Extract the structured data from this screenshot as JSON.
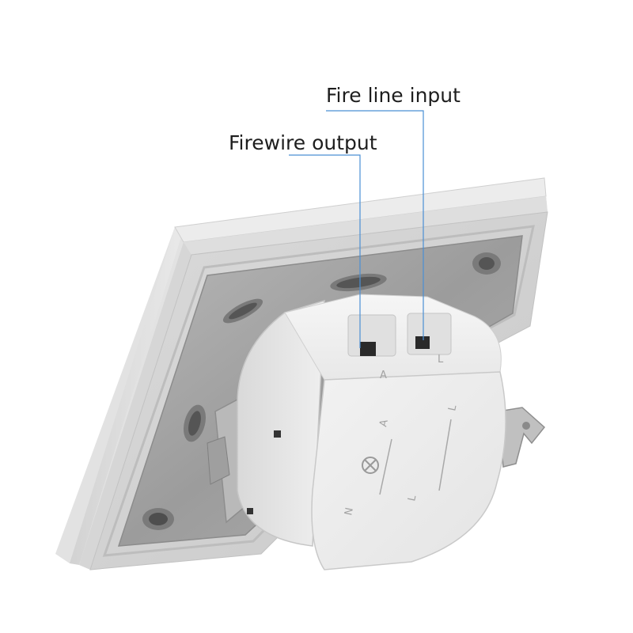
{
  "annotations": {
    "fire_line_input": "Fire line input",
    "firewire_output": "Firewire output"
  },
  "module_markings": {
    "left_column": [
      "A",
      "N"
    ],
    "right_column": [
      "L",
      "L"
    ],
    "top_left": "A",
    "top_right": "L"
  },
  "colors": {
    "leader_line": "#4a8fd4",
    "label_text": "#1e1e1e",
    "plate": "#e6e6e6",
    "module": "#ececec",
    "metal": "#a9a9a9"
  }
}
